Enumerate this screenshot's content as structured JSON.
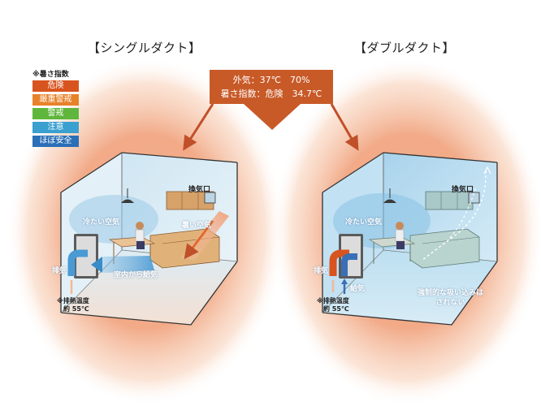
{
  "titles": {
    "left": "【シングルダクト】",
    "right": "【ダブルダクト】"
  },
  "legend": {
    "heading": "※暑さ指数",
    "items": [
      {
        "label": "危険",
        "color": "#d8541f"
      },
      {
        "label": "厳重警戒",
        "color": "#e8822a"
      },
      {
        "label": "警戒",
        "color": "#5fb63c"
      },
      {
        "label": "注意",
        "color": "#3aa0cf"
      },
      {
        "label": "ほぼ安全",
        "color": "#2a6fb8"
      }
    ]
  },
  "info_box": {
    "line1": "外気：37℃　70%",
    "line2": "暑さ指数：危険　34.7℃",
    "color": "#c85a28"
  },
  "left_room": {
    "vent": "換気口",
    "cold_air": "冷たい空気",
    "hot_air": "暑い空気",
    "intake_from_room": "室内から給気",
    "exhaust": "排気",
    "exhaust_temp_line1": "※排熱温度",
    "exhaust_temp_line2": "約 55℃"
  },
  "right_room": {
    "vent": "換気口",
    "cold_air": "冷たい空気",
    "exhaust": "排気",
    "intake": "給気",
    "no_suction_line1": "強制的な吸い込みは",
    "no_suction_line2": "されない",
    "exhaust_temp_line1": "※排熱温度",
    "exhaust_temp_line2": "約 55℃"
  }
}
